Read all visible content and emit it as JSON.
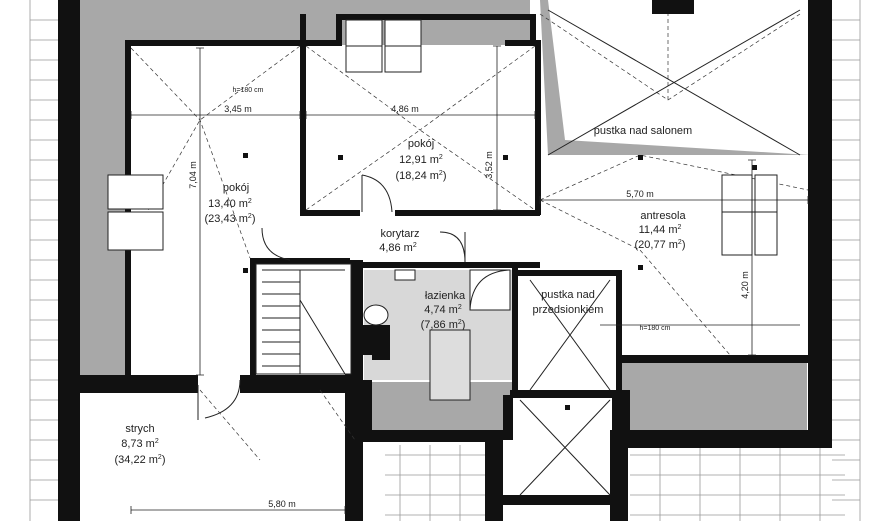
{
  "rooms": {
    "pokoj_left": {
      "name": "pokój",
      "area": "13,40 m",
      "area_sup": "2",
      "total": "(23,43 m",
      "total_sup": "2",
      "total_close": ")"
    },
    "pokoj_top": {
      "name": "pokój",
      "area": "12,91 m",
      "area_sup": "2",
      "total": "(18,24 m",
      "total_sup": "2",
      "total_close": ")"
    },
    "antresola": {
      "name": "antresola",
      "area": "11,44 m",
      "area_sup": "2",
      "total": "(20,77 m",
      "total_sup": "2",
      "total_close": ")"
    },
    "korytarz": {
      "name": "korytarz",
      "area": "4,86 m",
      "area_sup": "2"
    },
    "lazienka": {
      "name": "łazienka",
      "area": "4,74 m",
      "area_sup": "2",
      "total": "(7,86 m",
      "total_sup": "2",
      "total_close": ")"
    },
    "strych": {
      "name": "strych",
      "area": "8,73 m",
      "area_sup": "2",
      "total": "(34,22 m",
      "total_sup": "2",
      "total_close": ")"
    },
    "pustka_salon": {
      "name": "pustka nad salonem"
    },
    "pustka_przedsionek": {
      "line1": "pustka nad",
      "line2": "przedsionkiem"
    }
  },
  "dimensions": {
    "h180_left": "h=180 cm",
    "h180_right": "h=180 cm",
    "d345": "3,45 m",
    "d486": "4,86 m",
    "d704": "7,04 m",
    "d352": "3,52 m",
    "d570": "5,70 m",
    "d420": "4,20 m",
    "d580": "5,80 m"
  },
  "colors": {
    "wall": "#111111",
    "grey_roof": "#a8a8a8",
    "light_floor": "#d8d8d8"
  }
}
